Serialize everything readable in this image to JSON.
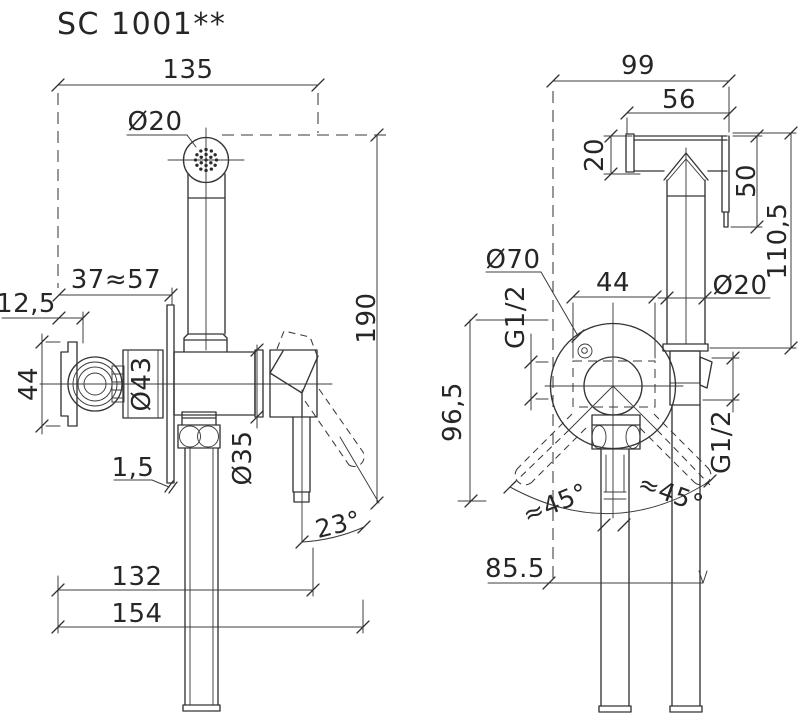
{
  "title": "SC 1001**",
  "colors": {
    "background": "#ffffff",
    "line": "#343434",
    "text": "#262626"
  },
  "side_view": {
    "dims": {
      "overall_width": "135",
      "spray_head": "Ø20",
      "install_depth": "37≈57",
      "trim_offset": "12,5",
      "handle": "44",
      "escutcheon": "Ø43",
      "wall_plate": "1,5",
      "body": "Ø35",
      "overall_height": "190",
      "lever_angle": "23°",
      "projection_inner": "132",
      "projection_total": "154"
    }
  },
  "front_view": {
    "dims": {
      "overall_width": "99",
      "holder_width": "56",
      "holder_profile": "20",
      "holder_drop": "50",
      "holder_height": "110,5",
      "flange": "Ø70",
      "body_width": "44",
      "handshower": "Ø20",
      "inlet_thread": "G1/2",
      "center_height": "96,5",
      "lever_angle_left": "≈45°",
      "lever_angle_right": "≈45°",
      "outlet_thread": "G1/2",
      "bottom_offset": "85.5"
    }
  }
}
